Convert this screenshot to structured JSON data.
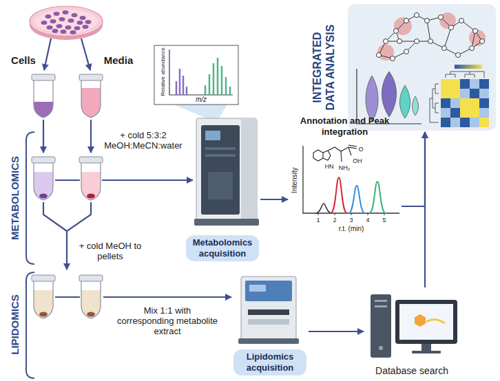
{
  "diagram": {
    "nodes": [
      {
        "text": [
          "Metabolomics acquisition"
        ]
      },
      {
        "text": [
          "Annotation and Peak integration"
        ]
      },
      {
        "text": [
          "INTEGRATED DATA ANALYSIS"
        ]
      },
      {
        "text": [
          "Lipidomics acquisition"
        ]
      },
      {
        "text": [
          "Database search"
        ]
      }
    ],
    "edges": [
      {
        "from": 0,
        "to": 1,
        "arrow": "to"
      },
      {
        "from": 1,
        "to": 2,
        "arrow": "to"
      },
      {
        "from": 3,
        "to": 4,
        "arrow": "to"
      },
      {
        "from": 4,
        "to": 2,
        "arrow": "to"
      }
    ],
    "labels": [
      "Cells",
      "Media",
      "+ cold 5:3:2 MeOH:MeCN:water",
      "METABOLOMICS",
      "Relative abundance",
      "m/z",
      "+ cold MeOH to pellets",
      "Intensity",
      "r.t. (min)",
      "1",
      "2",
      "3",
      "4",
      "5",
      "HN",
      "O",
      "OH",
      "NH₂",
      "LIPIDOMICS",
      "Mix 1:1 with corresponding metabolite extract"
    ]
  }
}
